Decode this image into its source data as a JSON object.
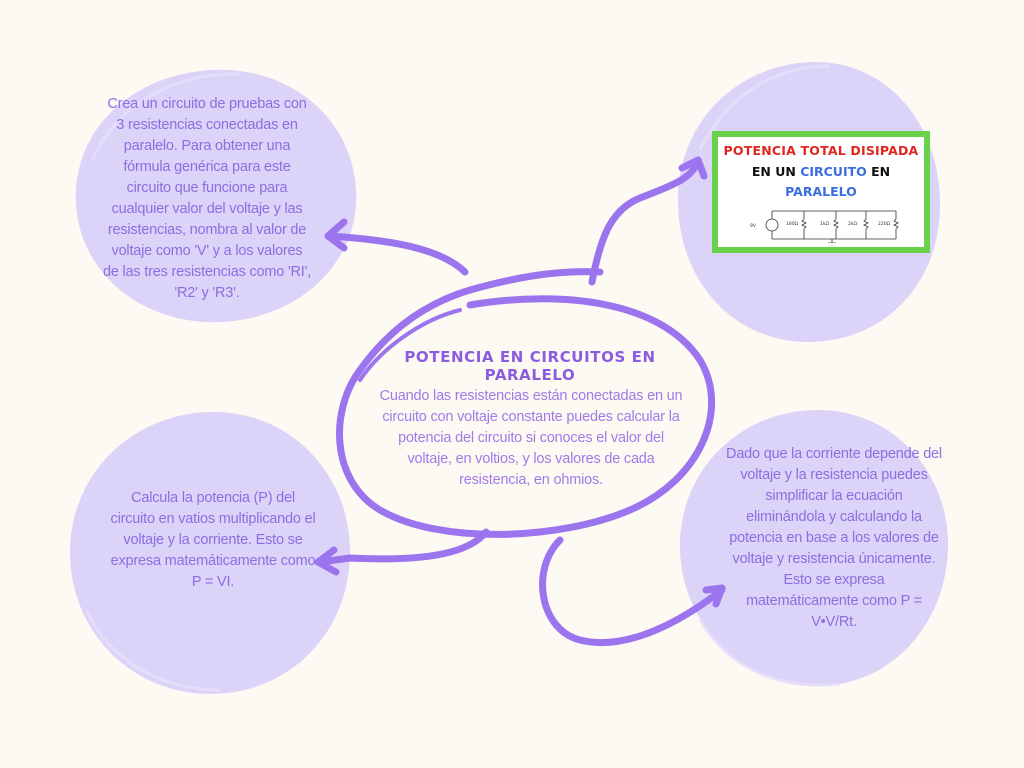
{
  "center": {
    "title": "POTENCIA EN CIRCUITOS EN PARALELO",
    "text": "Cuando las resistencias están conectadas en un circuito con voltaje constante puedes calcular la potencia del circuito si conoces el valor del voltaje, en voltios, y los valores de cada resistencia, en ohmios."
  },
  "bubbles": {
    "top_left": "Crea un circuito de pruebas con 3 resistencias conectadas en paralelo. Para obtener una fórmula genérica para este circuito que funcione para cualquier valor del voltaje y las resistencias, nombra al valor de voltaje como 'V' y a los valores de las tres resistencias como 'RI', 'R2' y 'R3'.",
    "bottom_left": "Calcula la potencia (P) del circuito en vatios multiplicando el voltaje y la corriente. Esto se expresa matemáticamente como P = VI.",
    "bottom_right": "Dado que la corriente depende del voltaje y la resistencia puedes simplificar la ecuación eliminándola y calculando la potencia en base a los valores de voltaje y resistencia únicamente. Esto se expresa matemáticamente como P = V•V/Rt."
  },
  "card": {
    "line1": "POTENCIA TOTAL DISIPADA",
    "line2_a": "EN UN ",
    "line2_b": "CIRCUITO",
    "line2_c": " EN",
    "line3": "PARALELO",
    "circuit_labels": [
      "9V",
      "180Ω",
      "1kΩ",
      "2kΩ",
      "220Ω"
    ]
  },
  "colors": {
    "background": "#fdfaf3",
    "bubble_fill": "#dcd3f9",
    "stroke": "#9b74ee",
    "text": "#8a6fe0",
    "card_border": "#6ad24a"
  }
}
